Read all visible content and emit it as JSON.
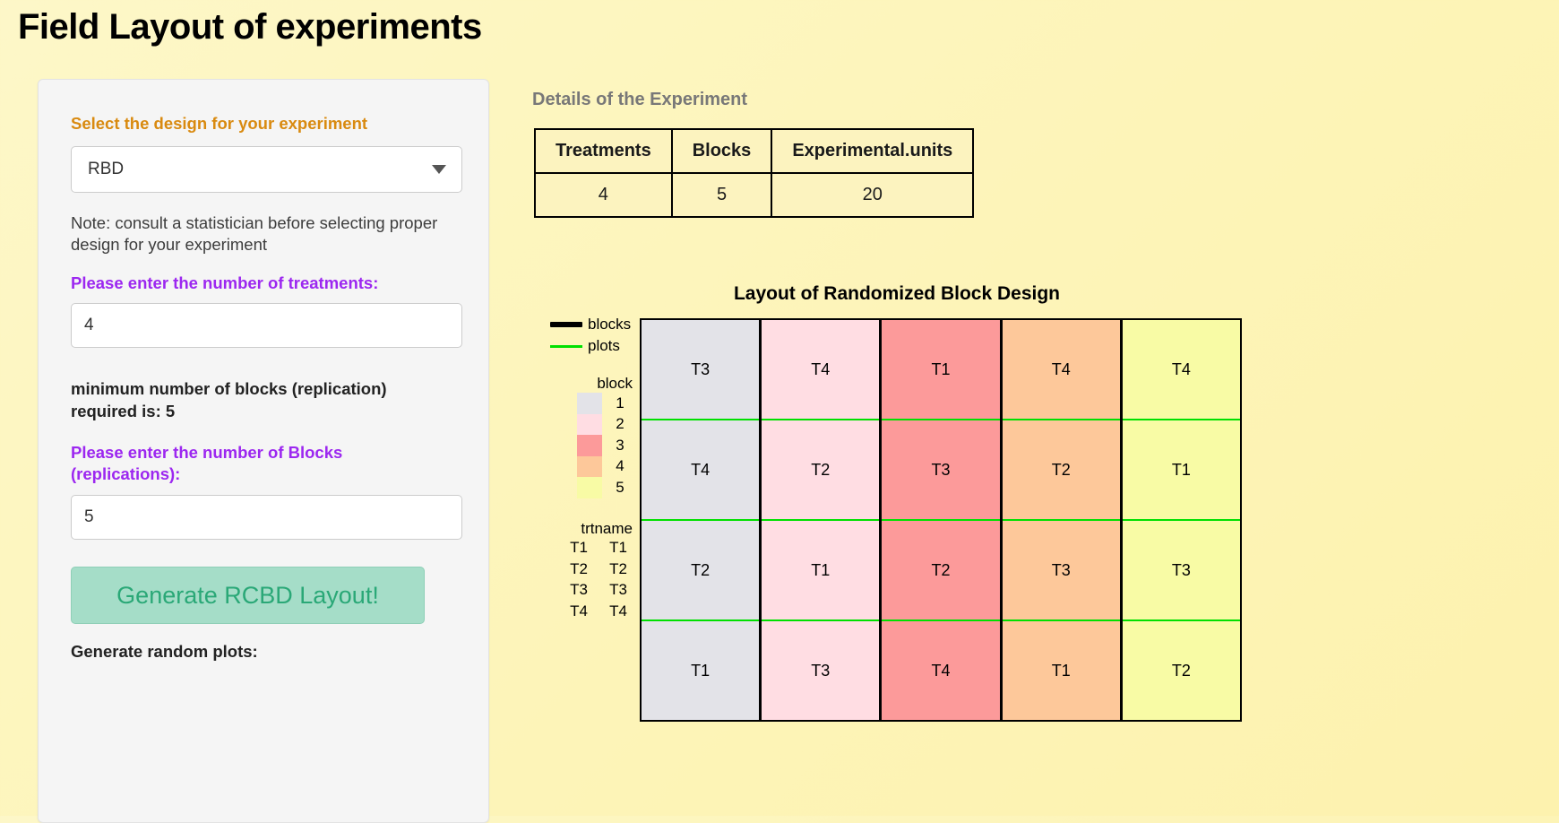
{
  "page": {
    "title": "Field Layout of experiments"
  },
  "sidebar": {
    "design_label": "Select the design for your experiment",
    "design_value": "RBD",
    "design_options": [
      "RBD"
    ],
    "dropdown_icon": "chevron-down-icon",
    "note": "Note: consult a statistician before selecting proper design for your experiment",
    "treatments_label": "Please enter the number of treatments:",
    "treatments_value": "4",
    "min_blocks_note": "minimum number of blocks (replication) required is: 5",
    "blocks_label": "Please enter the number of Blocks (replications):",
    "blocks_value": "5",
    "generate_button": "Generate RCBD Layout!",
    "generate_random_label": "Generate random plots:"
  },
  "details": {
    "heading": "Details of the Experiment",
    "columns": [
      "Treatments",
      "Blocks",
      "Experimental.units"
    ],
    "rows": [
      [
        "4",
        "5",
        "20"
      ]
    ]
  },
  "chart_data": {
    "type": "heatmap",
    "title": "Layout of Randomized Block Design",
    "xlabel": "",
    "ylabel": "",
    "grid": true,
    "legend_position": "left",
    "line_legend": [
      {
        "label": "blocks",
        "color": "#000000",
        "style": "thick-line"
      },
      {
        "label": "plots",
        "color": "#00e000",
        "style": "thin-line"
      }
    ],
    "block_legend_title": "block",
    "block_legend": [
      {
        "label": "1",
        "color": "#e3e3e8"
      },
      {
        "label": "2",
        "color": "#ffdde3"
      },
      {
        "label": "3",
        "color": "#fc9a9a"
      },
      {
        "label": "4",
        "color": "#fdc89a"
      },
      {
        "label": "5",
        "color": "#f8fba5"
      }
    ],
    "trt_legend_title": "trtname",
    "trt_legend": [
      {
        "left": "T1",
        "right": "T1"
      },
      {
        "left": "T2",
        "right": "T2"
      },
      {
        "left": "T3",
        "right": "T3"
      },
      {
        "left": "T4",
        "right": "T4"
      }
    ],
    "blocks": [
      {
        "block": "1",
        "color": "#e3e3e8",
        "plots": [
          "T3",
          "T4",
          "T2",
          "T1"
        ]
      },
      {
        "block": "2",
        "color": "#ffdde3",
        "plots": [
          "T4",
          "T2",
          "T1",
          "T3"
        ]
      },
      {
        "block": "3",
        "color": "#fc9a9a",
        "plots": [
          "T1",
          "T3",
          "T2",
          "T4"
        ]
      },
      {
        "block": "4",
        "color": "#fdc89a",
        "plots": [
          "T4",
          "T2",
          "T3",
          "T1"
        ]
      },
      {
        "block": "5",
        "color": "#f8fba5",
        "plots": [
          "T4",
          "T1",
          "T3",
          "T2"
        ]
      }
    ]
  },
  "colors": {
    "page_bg": "#fdf6c0",
    "accent_orange": "#d98a10",
    "accent_purple": "#9c27f0",
    "button_bg": "#a5ddc8",
    "button_text": "#2aa877",
    "block_border": "#000000",
    "plot_border": "#00e000"
  }
}
